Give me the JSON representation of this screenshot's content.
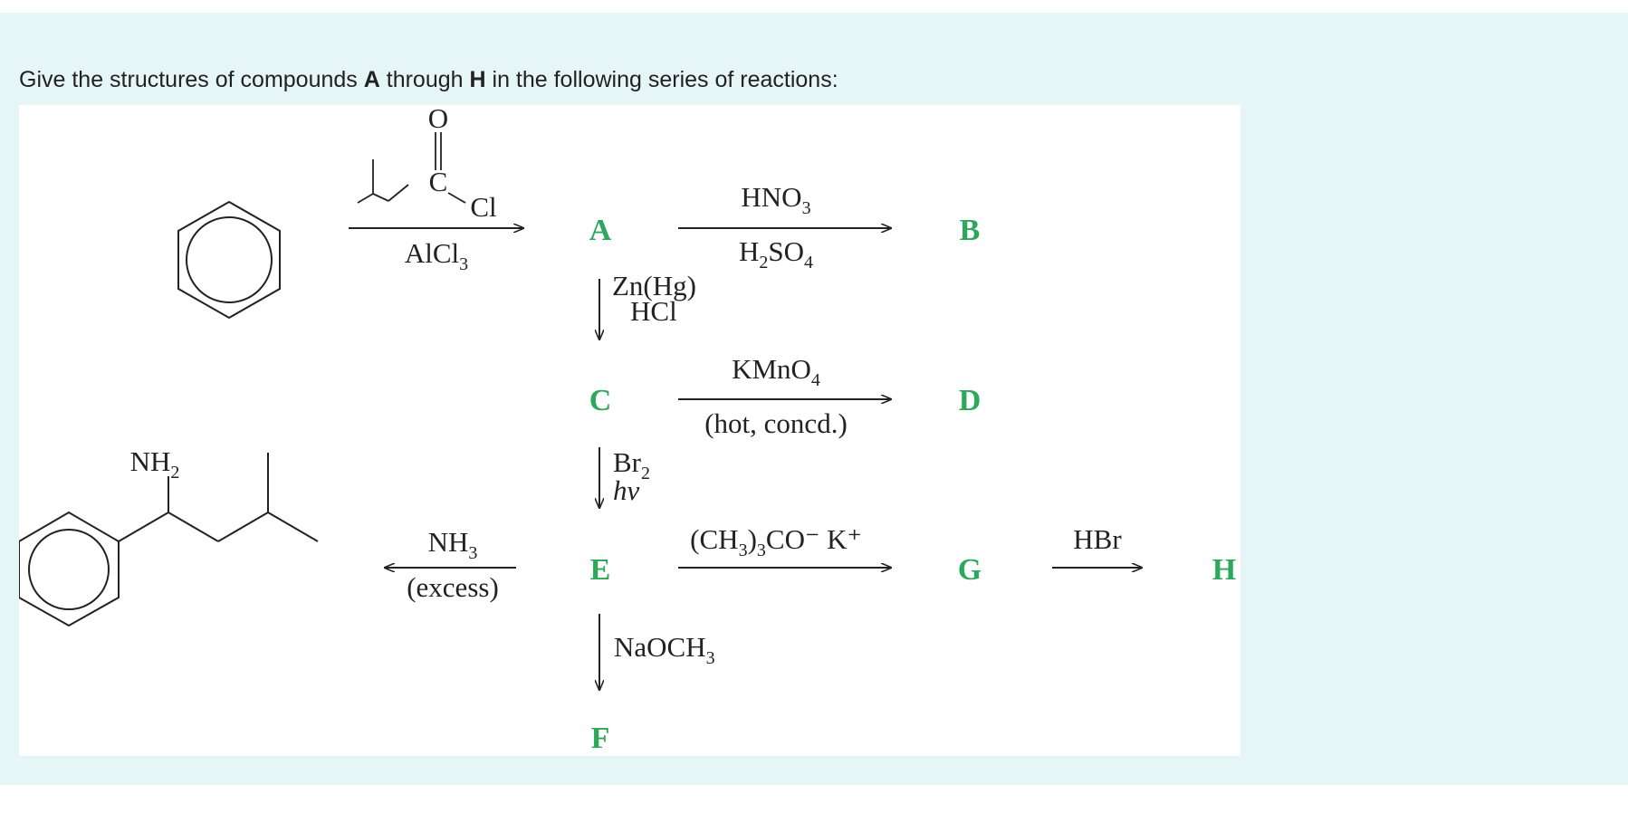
{
  "question": {
    "prefix": "Give the structures of compounds ",
    "first_compound": "A",
    "middle": " through ",
    "last_compound": "H",
    "suffix": " in the following series of reactions:"
  },
  "compounds": {
    "A": "A",
    "B": "B",
    "C": "C",
    "D": "D",
    "E": "E",
    "F": "F",
    "G": "G",
    "H": "H"
  },
  "reagents": {
    "acyl_chloride": {
      "o_atom": "O",
      "c_atom": "C",
      "cl_atom": "Cl"
    },
    "friedel_crafts_catalyst": {
      "base": "AlCl",
      "sub": "3"
    },
    "nitration_top": {
      "base": "HNO",
      "sub": "3"
    },
    "nitration_bottom": {
      "h": "H",
      "sub1": "2",
      "mid": "SO",
      "sub2": "4"
    },
    "clemmensen_line1": "Zn(Hg)",
    "clemmensen_line2": "HCl",
    "oxidation_top": {
      "base": "KMnO",
      "sub": "4"
    },
    "oxidation_bottom": "(hot, concd.)",
    "bromination_line1": {
      "base": "Br",
      "sub": "2"
    },
    "bromination_line2": "hv",
    "elimination": {
      "open": "(CH",
      "sub1": "3",
      "close": ")",
      "sub2": "3",
      "rest": "CO⁻ K⁺"
    },
    "hydrobromination": "HBr",
    "substitution": {
      "base": "NaOCH",
      "sub": "3"
    },
    "amination_top": {
      "base": "NH",
      "sub": "3"
    },
    "amination_bottom": "(excess)"
  },
  "product": {
    "amine_label": {
      "base": "NH",
      "sub": "2"
    }
  },
  "colors": {
    "compound_label": "#2da85a",
    "panel_background": "#e6f5f6",
    "text": "#222222"
  },
  "icons": [
    "benzene-ring",
    "acyl-chloride-structure",
    "product-amine-structure",
    "reaction-arrow"
  ]
}
